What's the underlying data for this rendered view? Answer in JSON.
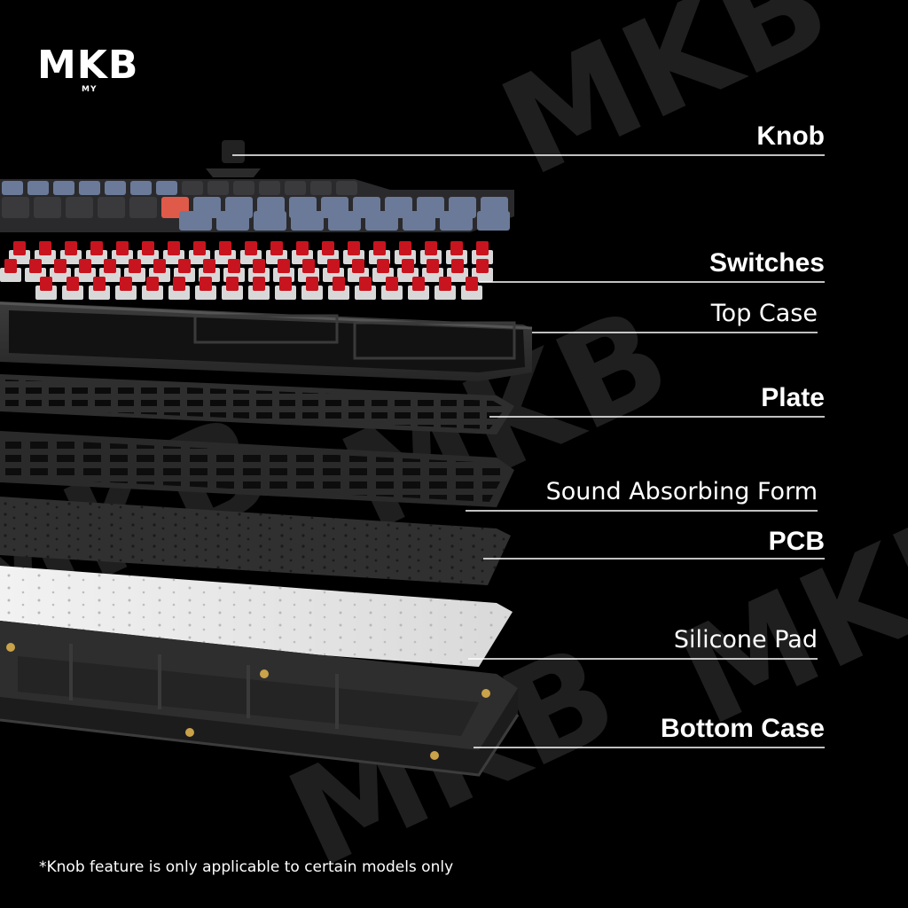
{
  "brand": {
    "logo_text": "MKB",
    "logo_subtext": "MY",
    "watermark_text": "MKB"
  },
  "labels": {
    "knob": "Knob",
    "switches": "Switches",
    "top_case": "Top Case",
    "plate": "Plate",
    "sound_absorbing": "Sound Absorbing Form",
    "pcb": "PCB",
    "silicone_pad": "Silicone Pad",
    "bottom_case": "Bottom Case"
  },
  "footnote": "*Knob feature is only applicable to certain models only",
  "colors": {
    "background": "#000000",
    "text": "#ffffff",
    "switch_stem": "#c8141e",
    "keycap_blue": "#6b7a99",
    "keycap_dark": "#3a3a3c",
    "keycap_accent": "#e05a4a",
    "silicone_pad": "#e8e8e8"
  }
}
